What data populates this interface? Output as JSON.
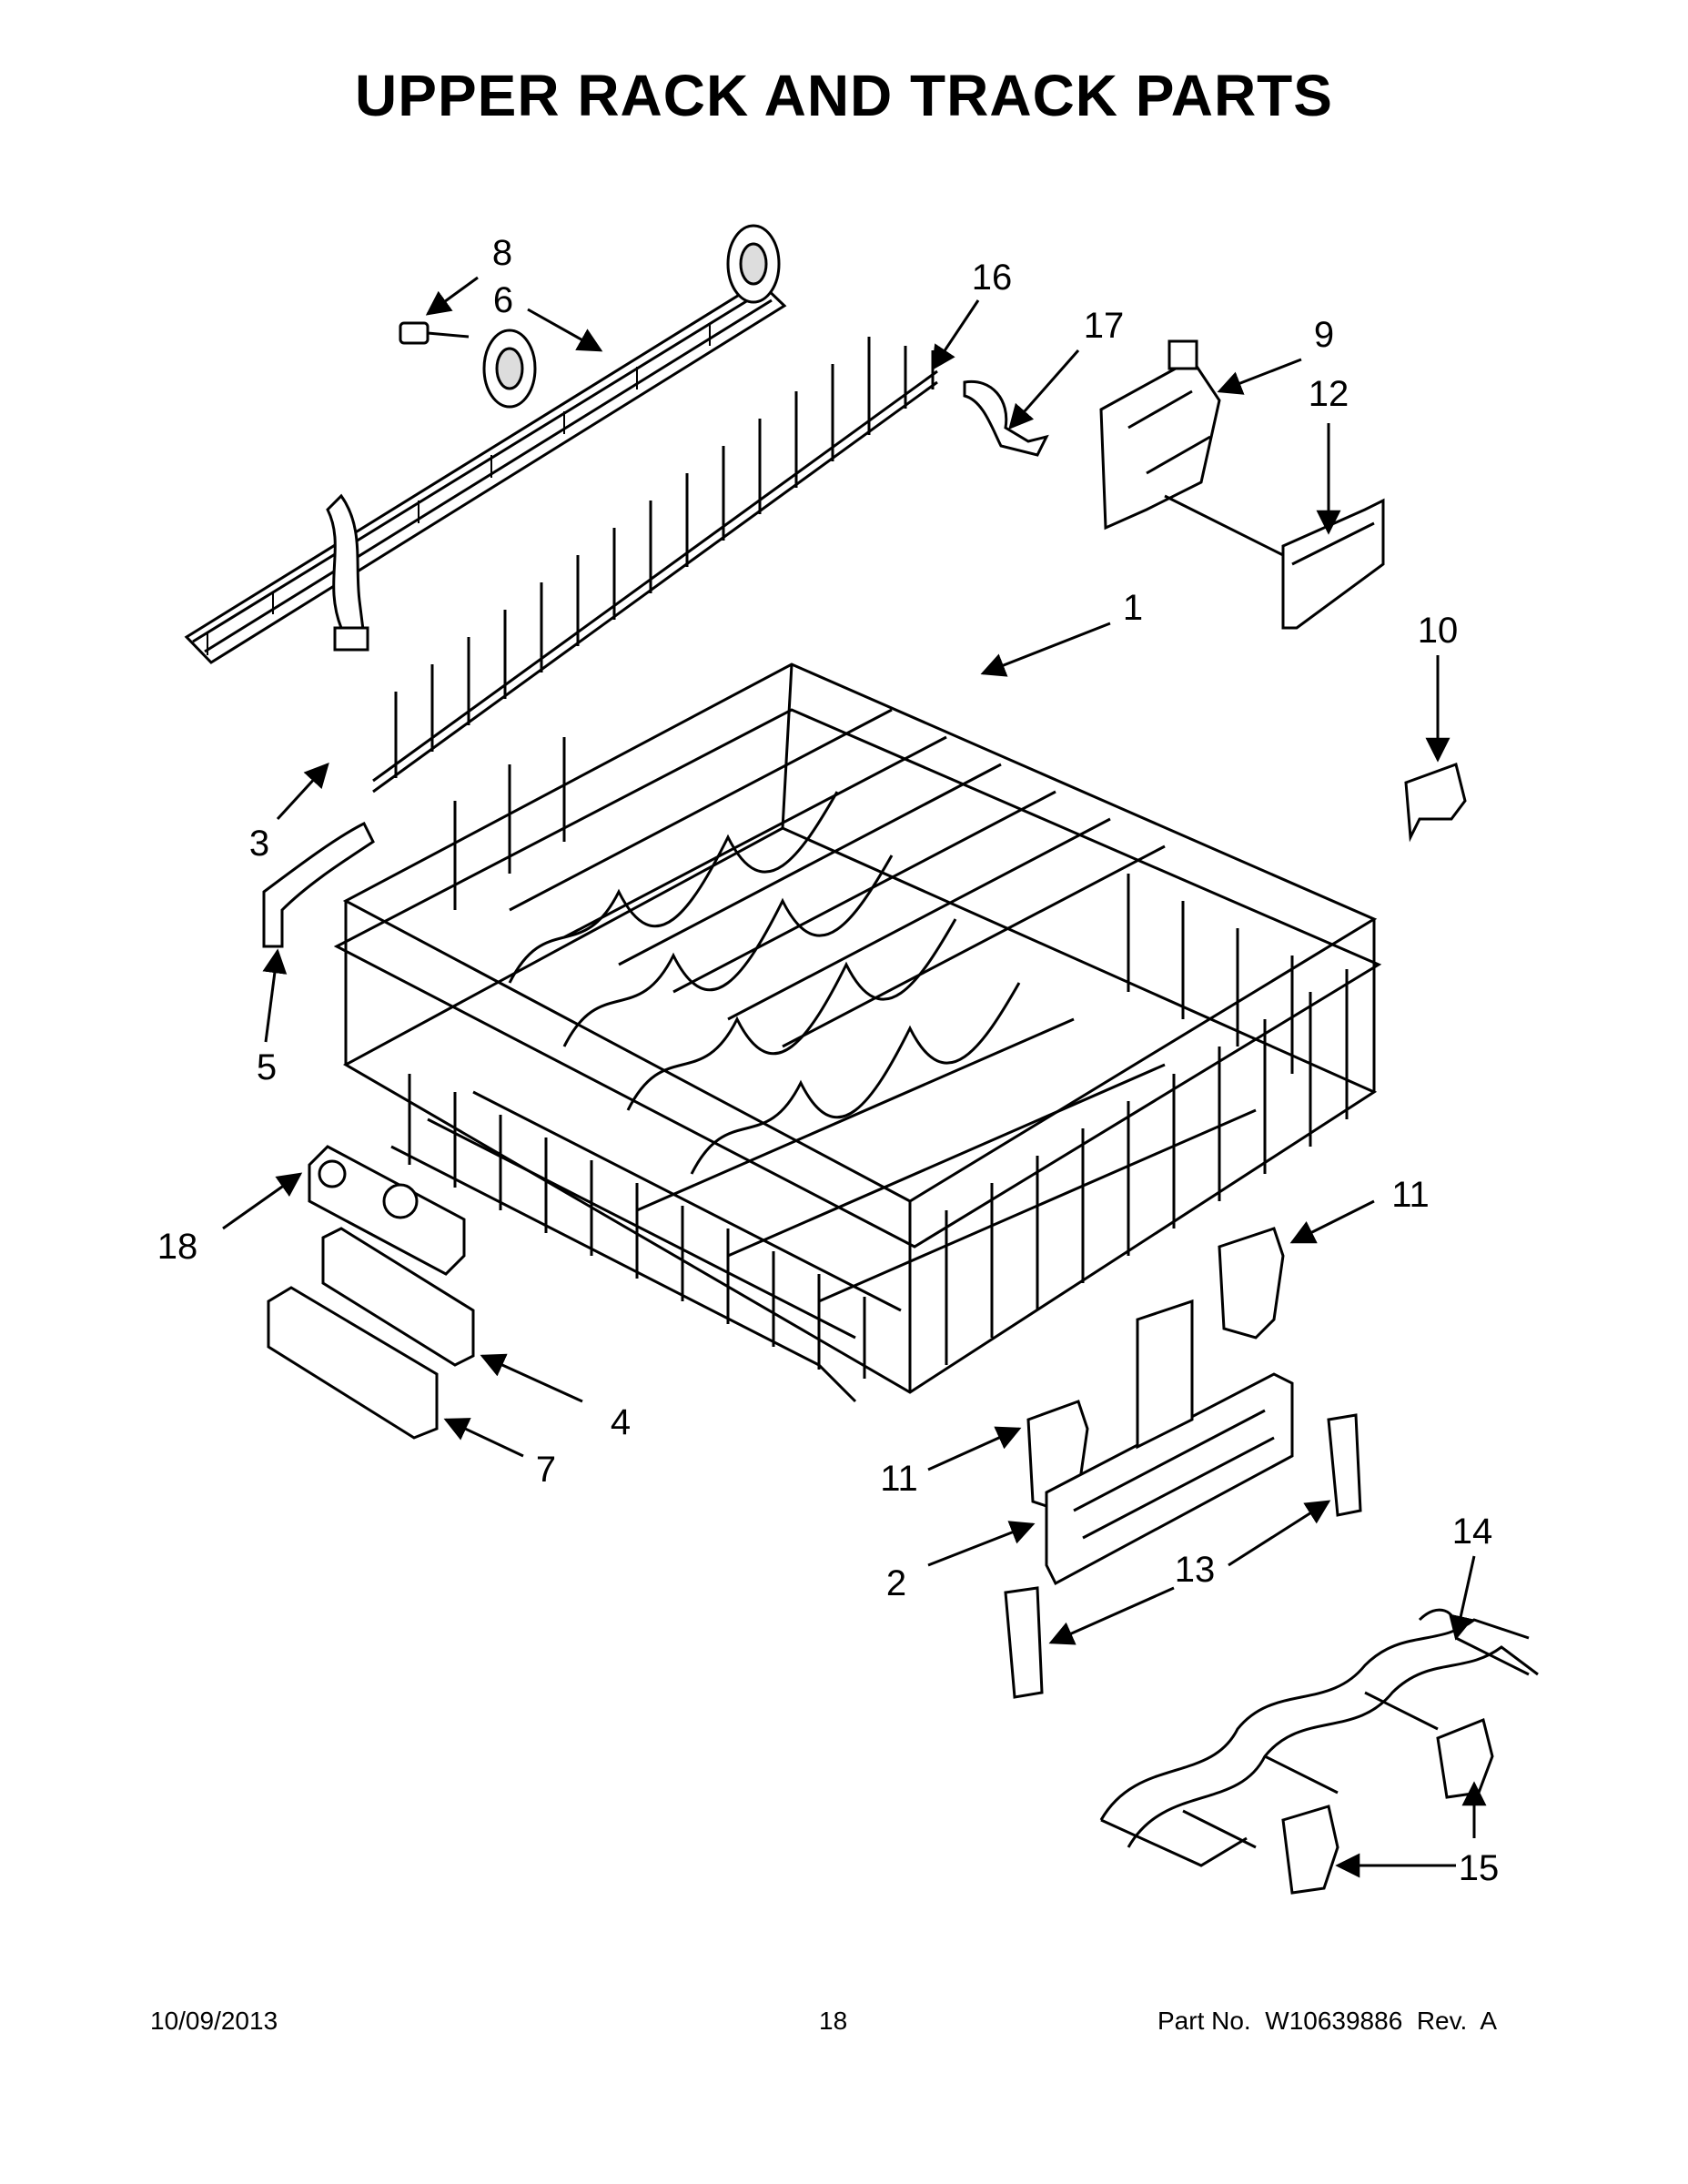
{
  "title": "UPPER RACK AND TRACK PARTS",
  "callouts": {
    "c1": "1",
    "c2": "2",
    "c3": "3",
    "c4": "4",
    "c5": "5",
    "c6": "6",
    "c7": "7",
    "c8": "8",
    "c9": "9",
    "c10": "10",
    "c11a": "11",
    "c11b": "11",
    "c12": "12",
    "c13": "13",
    "c14": "14",
    "c15": "15",
    "c16": "16",
    "c17": "17",
    "c18": "18"
  },
  "footer": {
    "date": "10/09/2013",
    "page": "18",
    "part_no": "Part No.  W10639886  Rev.  A"
  }
}
